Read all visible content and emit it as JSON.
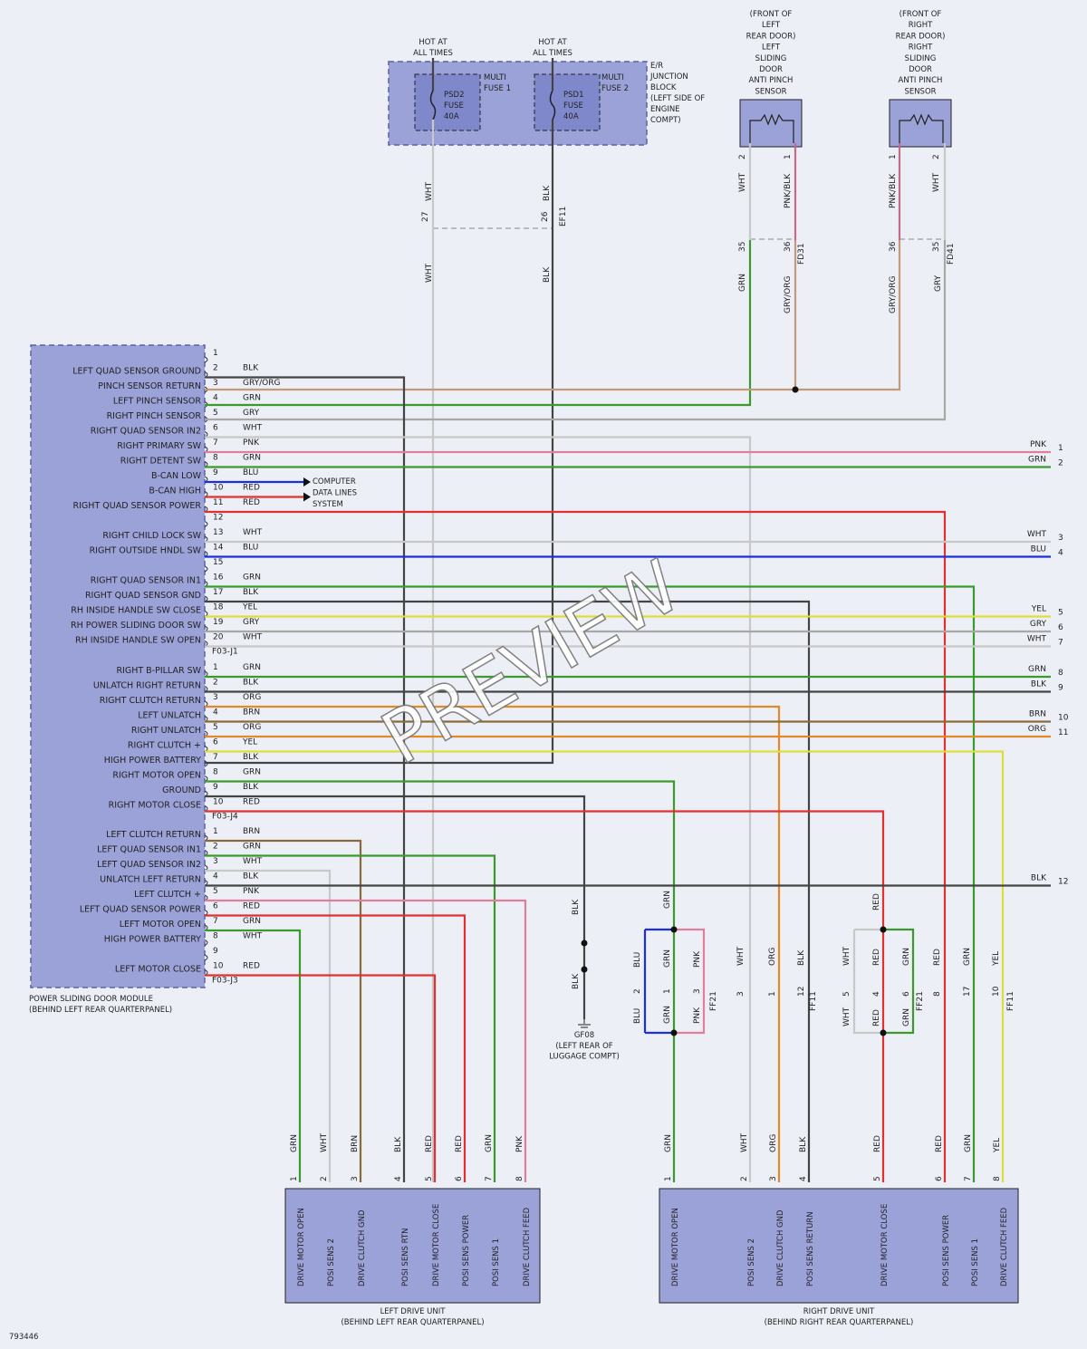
{
  "watermark": "PREVIEW",
  "diagram_id": "793446",
  "hot_labels": [
    "HOT AT",
    "ALL TIMES"
  ],
  "junction": {
    "fuse_left": [
      "PSD2",
      "FUSE",
      "40A"
    ],
    "fuse_right": [
      "PSD1",
      "FUSE",
      "40A"
    ],
    "multi_fuse_1": [
      "MULTI",
      "FUSE 1"
    ],
    "multi_fuse_2": [
      "MULTI",
      "FUSE 2"
    ],
    "label": [
      "E/R",
      "JUNCTION",
      "BLOCK",
      "(LEFT SIDE OF",
      "ENGINE",
      "COMPT)"
    ],
    "connector": "EF11",
    "pin_left": "27",
    "pin_right": "26"
  },
  "sensors": {
    "left_label": [
      "(FRONT OF",
      "LEFT",
      "REAR DOOR)",
      "LEFT",
      "SLIDING",
      "DOOR",
      "ANTI PINCH",
      "SENSOR"
    ],
    "right_label": [
      "(FRONT OF",
      "RIGHT",
      "REAR DOOR)",
      "RIGHT",
      "SLIDING",
      "DOOR",
      "ANTI PINCH",
      "SENSOR"
    ],
    "left_connector": "FD31",
    "right_connector": "FD41"
  },
  "module": {
    "label": [
      "POWER SLIDING DOOR MODULE",
      "(BEHIND LEFT REAR QUARTERPANEL)"
    ],
    "connector_j1": "F03-J1",
    "connector_j4": "F03-J4",
    "connector_j3": "F03-J3",
    "pins_j1": [
      {
        "pin": "1",
        "name": "",
        "color": ""
      },
      {
        "pin": "2",
        "name": "LEFT QUAD SENSOR GROUND",
        "color": "BLK"
      },
      {
        "pin": "3",
        "name": "PINCH SENSOR RETURN",
        "color": "GRY/ORG"
      },
      {
        "pin": "4",
        "name": "LEFT PINCH SENSOR",
        "color": "GRN"
      },
      {
        "pin": "5",
        "name": "RIGHT PINCH SENSOR",
        "color": "GRY"
      },
      {
        "pin": "6",
        "name": "RIGHT QUAD SENSOR IN2",
        "color": "WHT"
      },
      {
        "pin": "7",
        "name": "RIGHT PRIMARY SW",
        "color": "PNK"
      },
      {
        "pin": "8",
        "name": "RIGHT DETENT SW",
        "color": "GRN"
      },
      {
        "pin": "9",
        "name": "B-CAN LOW",
        "color": "BLU"
      },
      {
        "pin": "10",
        "name": "B-CAN HIGH",
        "color": "RED"
      },
      {
        "pin": "11",
        "name": "RIGHT QUAD SENSOR POWER",
        "color": "RED"
      },
      {
        "pin": "12",
        "name": "",
        "color": ""
      },
      {
        "pin": "13",
        "name": "RIGHT CHILD LOCK SW",
        "color": "WHT"
      },
      {
        "pin": "14",
        "name": "RIGHT OUTSIDE HNDL SW",
        "color": "BLU"
      },
      {
        "pin": "15",
        "name": "",
        "color": ""
      },
      {
        "pin": "16",
        "name": "RIGHT QUAD SENSOR IN1",
        "color": "GRN"
      },
      {
        "pin": "17",
        "name": "RIGHT QUAD SENSOR GND",
        "color": "BLK"
      },
      {
        "pin": "18",
        "name": "RH INSIDE HANDLE SW CLOSE",
        "color": "YEL"
      },
      {
        "pin": "19",
        "name": "RH POWER SLIDING DOOR SW",
        "color": "GRY"
      },
      {
        "pin": "20",
        "name": "RH INSIDE HANDLE SW OPEN",
        "color": "WHT"
      }
    ],
    "pins_j4": [
      {
        "pin": "1",
        "name": "RIGHT B-PILLAR SW",
        "color": "GRN"
      },
      {
        "pin": "2",
        "name": "UNLATCH RIGHT RETURN",
        "color": "BLK"
      },
      {
        "pin": "3",
        "name": "RIGHT CLUTCH RETURN",
        "color": "ORG"
      },
      {
        "pin": "4",
        "name": "LEFT UNLATCH",
        "color": "BRN"
      },
      {
        "pin": "5",
        "name": "RIGHT UNLATCH",
        "color": "ORG"
      },
      {
        "pin": "6",
        "name": "RIGHT CLUTCH +",
        "color": "YEL"
      },
      {
        "pin": "7",
        "name": "HIGH POWER BATTERY",
        "color": "BLK"
      },
      {
        "pin": "8",
        "name": "RIGHT MOTOR OPEN",
        "color": "GRN"
      },
      {
        "pin": "9",
        "name": "GROUND",
        "color": "BLK"
      },
      {
        "pin": "10",
        "name": "RIGHT MOTOR CLOSE",
        "color": "RED"
      }
    ],
    "pins_j3": [
      {
        "pin": "1",
        "name": "LEFT CLUTCH RETURN",
        "color": "BRN"
      },
      {
        "pin": "2",
        "name": "LEFT QUAD SENSOR IN1",
        "color": "GRN"
      },
      {
        "pin": "3",
        "name": "LEFT QUAD SENSOR IN2",
        "color": "WHT"
      },
      {
        "pin": "4",
        "name": "UNLATCH LEFT RETURN",
        "color": "BLK"
      },
      {
        "pin": "5",
        "name": "LEFT CLUTCH +",
        "color": "PNK"
      },
      {
        "pin": "6",
        "name": "LEFT QUAD SENSOR POWER",
        "color": "RED"
      },
      {
        "pin": "7",
        "name": "LEFT MOTOR OPEN",
        "color": "GRN"
      },
      {
        "pin": "8",
        "name": "HIGH POWER BATTERY",
        "color": "WHT"
      },
      {
        "pin": "9",
        "name": "",
        "color": ""
      },
      {
        "pin": "10",
        "name": "LEFT MOTOR CLOSE",
        "color": "RED"
      }
    ]
  },
  "computer_data_lines": [
    "COMPUTER",
    "DATA LINES",
    "SYSTEM"
  ],
  "ground": {
    "id": "GF08",
    "label": [
      "(LEFT REAR OF",
      "LUGGAGE COMPT)"
    ]
  },
  "right_edge_refs": [
    {
      "num": "1",
      "color": "PNK"
    },
    {
      "num": "2",
      "color": "GRN"
    },
    {
      "num": "3",
      "color": "WHT"
    },
    {
      "num": "4",
      "color": "BLU"
    },
    {
      "num": "5",
      "color": "YEL"
    },
    {
      "num": "6",
      "color": "GRY"
    },
    {
      "num": "7",
      "color": "WHT"
    },
    {
      "num": "8",
      "color": "GRN"
    },
    {
      "num": "9",
      "color": "BLK"
    },
    {
      "num": "10",
      "color": "BRN"
    },
    {
      "num": "11",
      "color": "ORG"
    },
    {
      "num": "12",
      "color": "BLK"
    }
  ],
  "inline_connectors": {
    "ff21": "FF21",
    "ff11": "FF11"
  },
  "left_drive_unit": {
    "label": [
      "LEFT DRIVE UNIT",
      "(BEHIND LEFT REAR QUARTERPANEL)"
    ],
    "pins": [
      {
        "pin": "1",
        "name": "DRIVE MOTOR OPEN",
        "color": "GRN"
      },
      {
        "pin": "2",
        "name": "POSI SENS 2",
        "color": "WHT"
      },
      {
        "pin": "3",
        "name": "DRIVE CLUTCH GND",
        "color": "BRN"
      },
      {
        "pin": "4",
        "name": "POSI SENS RTN",
        "color": "BLK"
      },
      {
        "pin": "5",
        "name": "DRIVE MOTOR CLOSE",
        "color": "RED"
      },
      {
        "pin": "6",
        "name": "POSI SENS POWER",
        "color": "RED"
      },
      {
        "pin": "7",
        "name": "POSI SENS 1",
        "color": "GRN"
      },
      {
        "pin": "8",
        "name": "DRIVE CLUTCH FEED",
        "color": "PNK"
      }
    ]
  },
  "right_drive_unit": {
    "label": [
      "RIGHT DRIVE UNIT",
      "(BEHIND RIGHT REAR QUARTERPANEL)"
    ],
    "pins": [
      {
        "pin": "1",
        "name": "DRIVE MOTOR OPEN",
        "color": "GRN"
      },
      {
        "pin": "2",
        "name": "POSI SENS 2",
        "color": "WHT"
      },
      {
        "pin": "3",
        "name": "DRIVE CLUTCH GND",
        "color": "ORG"
      },
      {
        "pin": "4",
        "name": "POSI SENS RETURN",
        "color": "BLK"
      },
      {
        "pin": "5",
        "name": "DRIVE MOTOR CLOSE",
        "color": "RED"
      },
      {
        "pin": "6",
        "name": "POSI SENS POWER",
        "color": "RED"
      },
      {
        "pin": "7",
        "name": "POSI SENS 1",
        "color": "GRN"
      },
      {
        "pin": "8",
        "name": "DRIVE CLUTCH FEED",
        "color": "YEL"
      }
    ]
  },
  "colors": {
    "BLK": "#444444",
    "GRY/ORG": "#c49a78",
    "GRN": "#3a9a2e",
    "GRY": "#a8a8a8",
    "WHT": "#c8c8c8",
    "PNK": "#e07f9b",
    "BLU": "#1a2fe0",
    "RED": "#e03030",
    "YEL": "#dede3a",
    "ORG": "#e08a2a",
    "BRN": "#8a6a3a",
    "PNK/BLK": "#c46b8a",
    "box_fill": "#9aa2d8",
    "box_stroke": "#5a62a8"
  }
}
